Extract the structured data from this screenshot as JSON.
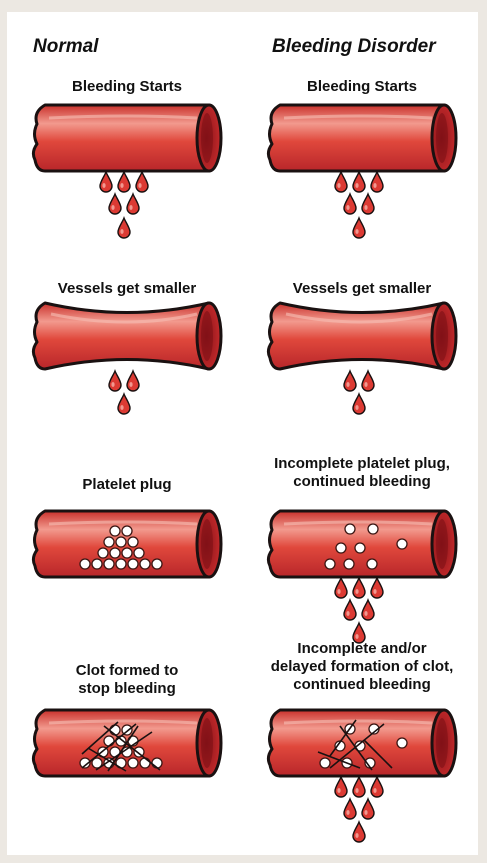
{
  "columns": {
    "normal": "Normal",
    "disorder": "Bleeding Disorder"
  },
  "stages": {
    "normal": [
      {
        "label": [
          "Bleeding Starts"
        ]
      },
      {
        "label": [
          "Vessels get smaller"
        ]
      },
      {
        "label": [
          "Platelet plug"
        ]
      },
      {
        "label": [
          "Clot formed to",
          "stop bleeding"
        ]
      }
    ],
    "disorder": [
      {
        "label": [
          "Bleeding Starts"
        ]
      },
      {
        "label": [
          "Vessels get smaller"
        ]
      },
      {
        "label": [
          "Incomplete platelet plug,",
          "continued bleeding"
        ]
      },
      {
        "label": [
          "Incomplete and/or",
          "delayed formation of clot,",
          "continued bleeding"
        ]
      }
    ]
  },
  "colors": {
    "vessel": "#e0483c",
    "vessel_highlight": "#f29a8e",
    "vessel_end": "#a81e22",
    "drop": "#dc3a33",
    "outline": "#1a1111",
    "platelet": "#ffffff"
  }
}
